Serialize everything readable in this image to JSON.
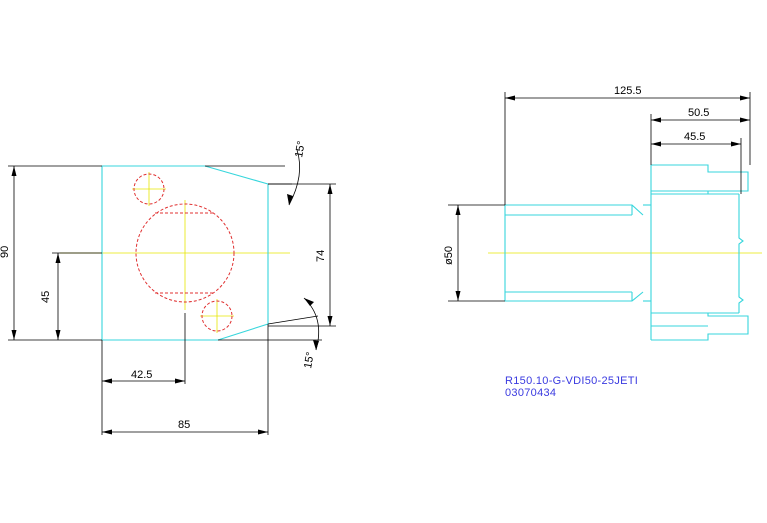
{
  "drawing": {
    "colors": {
      "outline": "#37d6dc",
      "hidden": "#e03030",
      "center": "#e6e600",
      "dimension": "#000000",
      "label": "#3a3ae0",
      "background": "#ffffff"
    },
    "front_view": {
      "dim_width": "85",
      "dim_half_width": "42.5",
      "dim_height": "90",
      "dim_half_height": "45",
      "dim_inner_height": "74",
      "dim_angle_top": "15°",
      "dim_angle_bottom": "15°"
    },
    "side_view": {
      "dim_total_length": "125.5",
      "dim_flange_length": "50.5",
      "dim_flange_inner": "45.5",
      "dim_shank_diameter": "ø50"
    },
    "title_block": {
      "part_number": "R150.10-G-VDI50-25JETI",
      "order_number": "03070434"
    }
  }
}
